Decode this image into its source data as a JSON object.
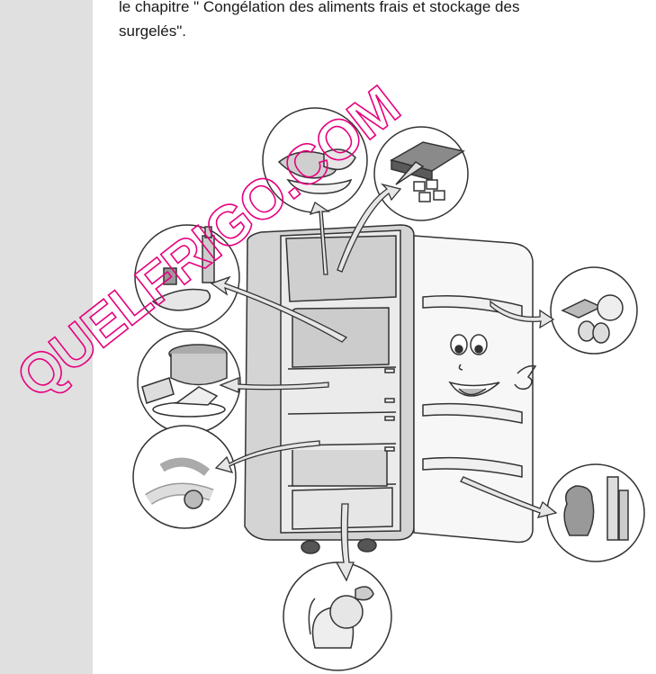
{
  "text": {
    "line1": "le chapitre \" Congélation des aliments frais et stockage des",
    "line2": "surgelés\"."
  },
  "watermark": {
    "text": "QUELFRIGO.COM",
    "color": "#e6007e"
  },
  "colors": {
    "sidebar": "#e0e0e0",
    "outline": "#333333",
    "fridge_gray": "#cfcfcf",
    "fridge_light": "#f2f2f2"
  },
  "food_icons": [
    "fish-chicken",
    "ice-cubes-icecream",
    "wine-bread",
    "cheese-citrus-eggs",
    "pot-cake-cheese",
    "sausages-salami",
    "jug-bottles",
    "vegetables"
  ]
}
